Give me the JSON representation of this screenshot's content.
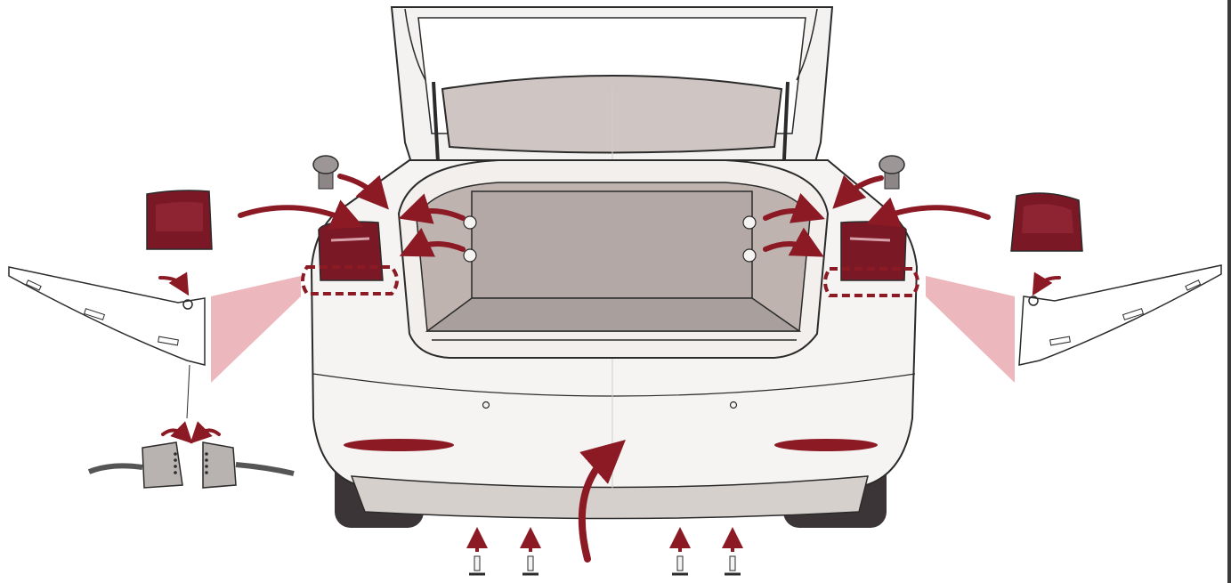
{
  "diagram": {
    "subject": "sedan-rear-tail-light-removal",
    "colors": {
      "arrow": "#8b1a24",
      "highlight": "#e9aab1",
      "tail_light": "#7b1826",
      "car_body": "#f6f4f2",
      "trunk_interior": "#b3a8a5",
      "line": "#2b2b2b",
      "connector": "#b8b3b0"
    },
    "icons": [
      "bolt-icon",
      "arrow-icon",
      "tail-light-icon",
      "connector-icon",
      "push-clip-icon",
      "nut-icon"
    ],
    "clip_count": 4,
    "nut_count": 4
  }
}
